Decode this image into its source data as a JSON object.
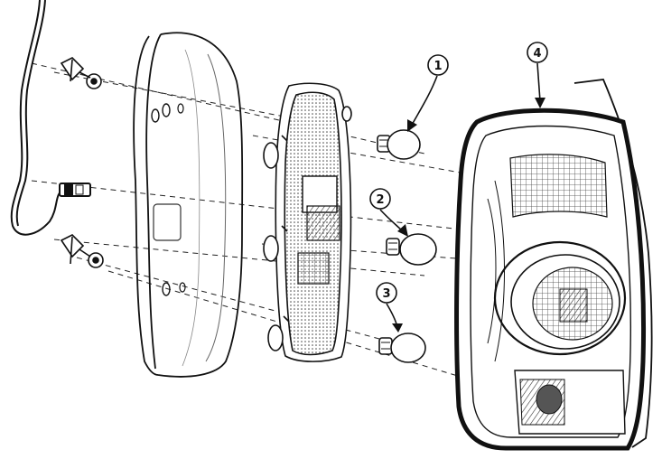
{
  "callouts": [
    {
      "id": "1",
      "label": "1"
    },
    {
      "id": "2",
      "label": "2"
    },
    {
      "id": "3",
      "label": "3"
    },
    {
      "id": "4",
      "label": "4"
    }
  ],
  "colors": {
    "line": "#111111",
    "shade": "#555555",
    "background": "#ffffff"
  }
}
